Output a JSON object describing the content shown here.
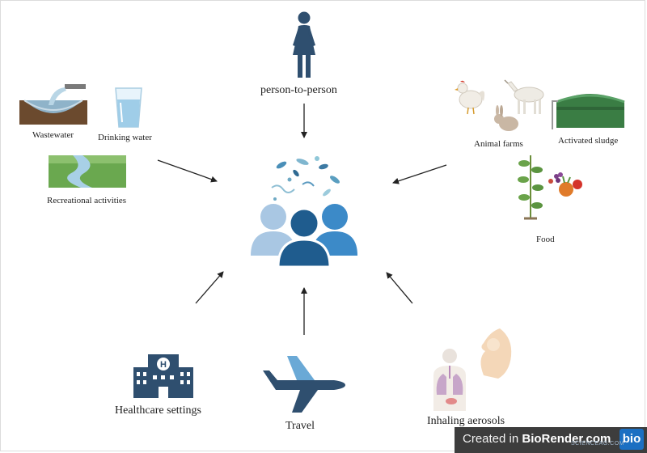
{
  "labels": {
    "person_to_person": "person-to-person",
    "wastewater": "Wastewater",
    "drinking_water": "Drinking water",
    "recreational": "Recreational activities",
    "animal_farms": "Animal farms",
    "activated_sludge": "Activated sludge",
    "food": "Food",
    "healthcare": "Healthcare settings",
    "travel": "Travel",
    "inhaling": "Inhaling aerosols"
  },
  "badge": {
    "prefix": "Created in ",
    "brand": "BioRender.com",
    "logo": "bio"
  },
  "watermark": "SCIENCEAG.COM",
  "colors": {
    "people_light": "#a9c7e3",
    "people_mid": "#3c8ac8",
    "people_dark": "#1f5c8e",
    "icon_navy": "#2f4f6f",
    "arrow": "#222222",
    "badge_bg": "#3d3d3d",
    "badge_logo": "#1b6fc2"
  },
  "icons": [
    "woman-icon",
    "wastewater-icon",
    "drinking-water-icon",
    "river-icon",
    "chicken-icon",
    "goat-icon",
    "rabbit-icon",
    "sludge-tank-icon",
    "plant-icon",
    "vegetables-icon",
    "people-group-icon",
    "bacteria-icon",
    "hospital-icon",
    "airplane-icon",
    "lungs-icon",
    "face-icon"
  ]
}
